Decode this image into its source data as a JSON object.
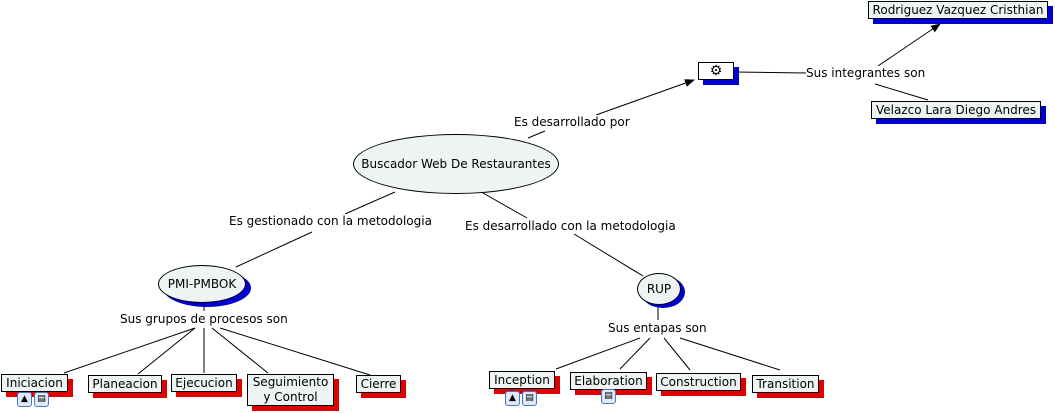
{
  "nodes": {
    "main": "Buscador Web De Restaurantes",
    "team_logo": "team-logo",
    "member1": "Rodriguez Vazquez Cristhian",
    "member2": "Velazco Lara Diego Andres",
    "pmi": "PMI-PMBOK",
    "rup": "RUP",
    "pmi_groups": [
      "Iniciacion",
      "Planeacion",
      "Ejecucion",
      "Seguimiento y Control",
      "Cierre"
    ],
    "rup_phases": [
      "Inception",
      "Elaboration",
      "Construction",
      "Transition"
    ]
  },
  "links": {
    "developed_by": "Es desarrollado por",
    "members": "Sus integrantes son",
    "managed": "Es gestionado con la metodologia",
    "developed_method": "Es desarrollado con la metodologia",
    "groups": "Sus grupos de procesos son",
    "phases": "Sus entapas son"
  },
  "colors": {
    "node_fill": "#eef3f4",
    "shadow_blue": "#0000d0",
    "shadow_red": "#e00000"
  }
}
